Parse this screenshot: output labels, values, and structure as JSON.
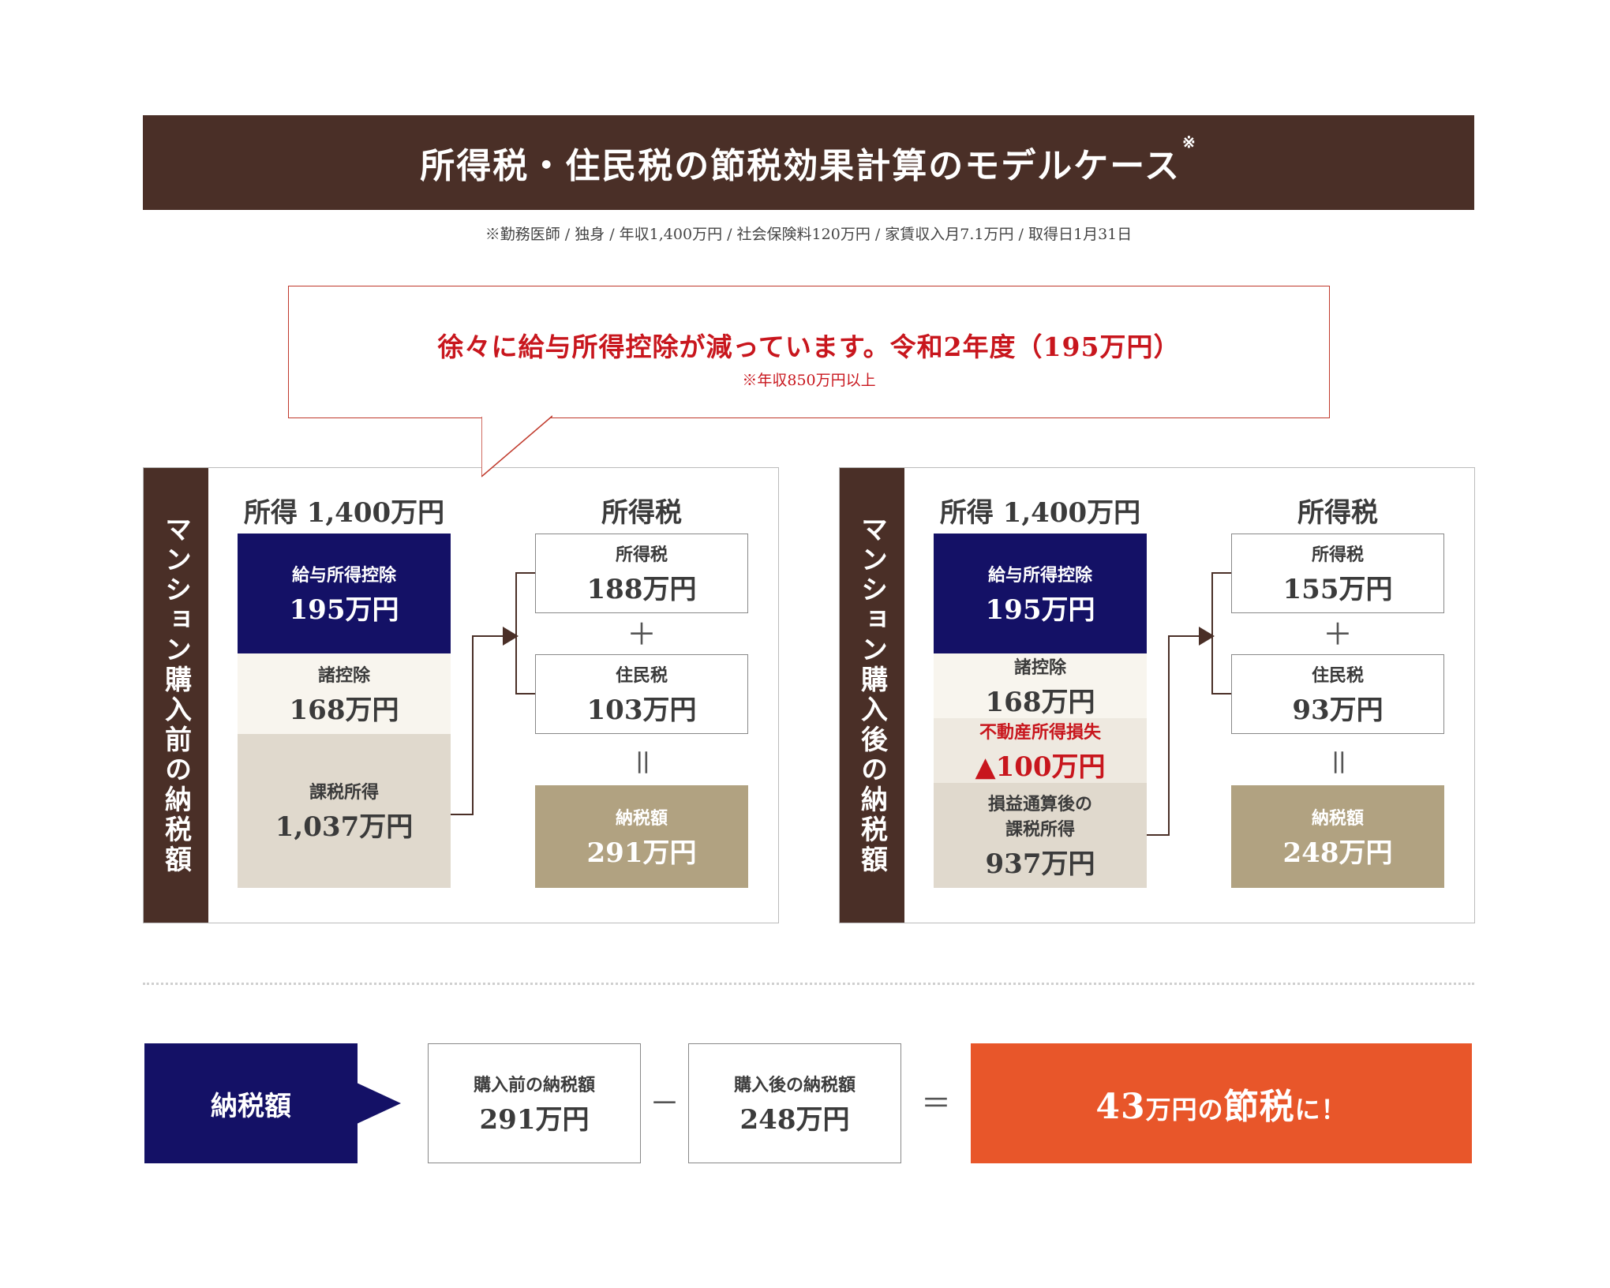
{
  "title": {
    "main": "所得税・住民税の節税効果計算のモデルケース",
    "mark": "※"
  },
  "subtitle": "※勤務医師 / 独身 / 年収1,400万円 / 社会保険料120万円 / 家賃収入月7.1万円 / 取得日1月31日",
  "callout": {
    "main": "徐々に給与所得控除が減っています。令和2年度（195万円）",
    "note": "※年収850万円以上"
  },
  "before": {
    "side_label": "マンション購入前の納税額",
    "income_header": "所得 1,400万円",
    "tax_header": "所得税",
    "salary_deduction": {
      "label": "給与所得控除",
      "value": "195万円"
    },
    "other_deduction": {
      "label": "諸控除",
      "value": "168万円"
    },
    "taxable_income": {
      "label": "課税所得",
      "value": "1,037万円"
    },
    "income_tax": {
      "label": "所得税",
      "value": "188万円"
    },
    "resident_tax": {
      "label": "住民税",
      "value": "103万円"
    },
    "total_tax": {
      "label": "納税額",
      "value": "291万円"
    }
  },
  "after": {
    "side_label": "マンション購入後の納税額",
    "income_header": "所得 1,400万円",
    "tax_header": "所得税",
    "salary_deduction": {
      "label": "給与所得控除",
      "value": "195万円"
    },
    "other_deduction": {
      "label": "諸控除",
      "value": "168万円"
    },
    "real_estate_loss": {
      "label": "不動産所得損失",
      "value": "▲100万円"
    },
    "taxable_income": {
      "label1": "損益通算後の",
      "label2": "課税所得",
      "value": "937万円"
    },
    "income_tax": {
      "label": "所得税",
      "value": "155万円"
    },
    "resident_tax": {
      "label": "住民税",
      "value": "93万円"
    },
    "total_tax": {
      "label": "納税額",
      "value": "248万円"
    }
  },
  "operators": {
    "plus": "＋",
    "equals": "＝",
    "minus": "－"
  },
  "bottom": {
    "label": "納税額",
    "before": {
      "label": "購入前の納税額",
      "value": "291万円"
    },
    "after": {
      "label": "購入後の納税額",
      "value": "248万円"
    },
    "result": {
      "num": "43",
      "part1": "万円の",
      "big": "節税",
      "part2": "に！"
    }
  },
  "colors": {
    "brown": "#4a2f27",
    "navy": "#141166",
    "red": "#c8161d",
    "orange": "#e8562a",
    "tan": "#b1a281"
  }
}
